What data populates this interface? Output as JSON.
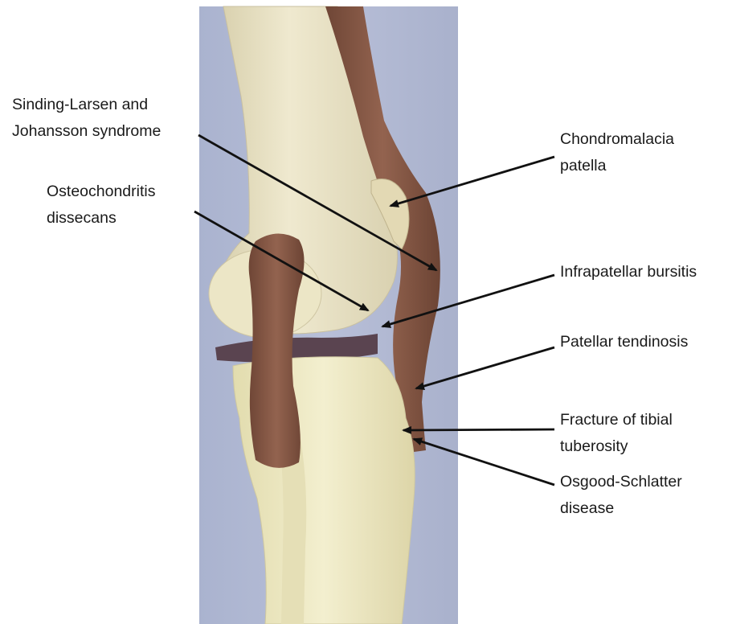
{
  "figure": {
    "photo_description": "Anatomical knee joint model, lateral view",
    "colors": {
      "background_photo": "#b3bbd6",
      "bone": "#e9e2c4",
      "tendon": "#8a5a47",
      "arrow": "#111111",
      "text": "#1a1a1a"
    },
    "labels": {
      "sinding_larsen": [
        "Sinding-Larsen and",
        "Johansson syndrome"
      ],
      "osteochondritis": [
        "Osteochondritis",
        "dissecans"
      ],
      "chondromalacia": [
        "Chondromalacia",
        "patella"
      ],
      "infrapatellar": [
        "Infrapatellar bursitis"
      ],
      "tendinosis": [
        "Patellar tendinosis"
      ],
      "fracture": [
        "Fracture of tibial",
        "tuberosity"
      ],
      "osgood": [
        "Osgood-Schlatter",
        "disease"
      ]
    }
  }
}
